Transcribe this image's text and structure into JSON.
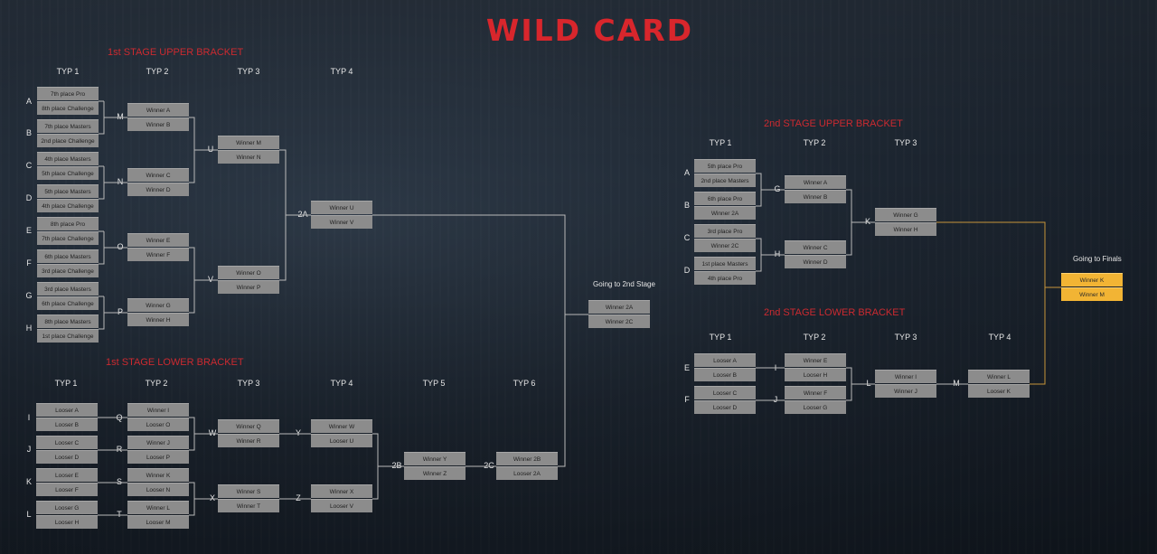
{
  "title": "WILD CARD",
  "sections": {
    "s1_upper": "1st STAGE UPPER BRACKET",
    "s1_lower": "1st STAGE LOWER BRACKET",
    "s2_upper": "2nd STAGE UPPER BRACKET",
    "s2_lower": "2nd STAGE LOWER BRACKET"
  },
  "typ": {
    "t1": "TYP 1",
    "t2": "TYP 2",
    "t3": "TYP 3",
    "t4": "TYP 4",
    "t5": "TYP 5",
    "t6": "TYP 6"
  },
  "going": {
    "to_second": "Going to 2nd Stage",
    "to_finals": "Going to Finals"
  },
  "labels": {
    "A": "A",
    "B": "B",
    "C": "C",
    "D": "D",
    "E": "E",
    "F": "F",
    "G": "G",
    "H": "H",
    "I": "I",
    "J": "J",
    "K": "K",
    "L": "L",
    "M": "M",
    "N": "N",
    "O": "O",
    "P": "P",
    "Q": "Q",
    "R": "R",
    "S": "S",
    "T": "T",
    "U": "U",
    "V": "V",
    "W": "W",
    "X": "X",
    "Y": "Y",
    "Z": "Z",
    "2A": "2A",
    "2B": "2B",
    "2C": "2C"
  },
  "s1u": {
    "r1": [
      "7th place Pro",
      "8th place Challenge",
      "7th place Masters",
      "2nd place Challenge",
      "4th place Masters",
      "5th place Challenge",
      "5th place Masters",
      "4th place Challenge",
      "8th place Pro",
      "7th place Challenge",
      "6th place Masters",
      "3rd place Challenge",
      "3rd place Masters",
      "6th place Challenge",
      "8th place Masters",
      "1st place Challenge"
    ],
    "r2": [
      "Winner A",
      "Winner B",
      "Winner C",
      "Winner D",
      "Winner E",
      "Winner F",
      "Winner G",
      "Winner H"
    ],
    "r3": [
      "Winner M",
      "Winner N",
      "Winner O",
      "Winner P"
    ],
    "r4": [
      "Winner U",
      "Winner V"
    ],
    "r5": [
      "Winner 2A",
      "Winner 2C"
    ]
  },
  "s1l": {
    "r1": [
      "Looser A",
      "Looser B",
      "Looser C",
      "Looser D",
      "Looser E",
      "Looser F",
      "Looser G",
      "Looser H"
    ],
    "r2": [
      "Winner I",
      "Looser O",
      "Winner J",
      "Looser P",
      "Winner K",
      "Looser N",
      "Winner L",
      "Looser M"
    ],
    "r3": [
      "Winner Q",
      "Winner R",
      "Winner S",
      "Winner T"
    ],
    "r4": [
      "Winner W",
      "Looser U",
      "Winner X",
      "Looser V"
    ],
    "r5": [
      "Winner Y",
      "Winner Z"
    ],
    "r6": [
      "Winner 2B",
      "Looser 2A"
    ]
  },
  "s2u": {
    "r1": [
      "5th place Pro",
      "2nd place Masters",
      "6th place Pro",
      "Winner 2A",
      "3rd place Pro",
      "Winner 2C",
      "1st place Masters",
      "4th place Pro"
    ],
    "r2": [
      "Winner A",
      "Winner B",
      "Winner C",
      "Winner D"
    ],
    "r3": [
      "Winner G",
      "Winner H"
    ]
  },
  "s2l": {
    "r1": [
      "Looser A",
      "Looser B",
      "Looser C",
      "Looser D"
    ],
    "r2": [
      "Winner E",
      "Looser H",
      "Winner F",
      "Looser G"
    ],
    "r3": [
      "Winner I",
      "Winner J"
    ],
    "r4": [
      "Winner L",
      "Looser K"
    ]
  },
  "finals": [
    "Winner K",
    "Winner M"
  ],
  "colors": {
    "accent_red": "#d8262c",
    "box_grey": "#8c8c8c",
    "finals_gold": "#f2b434",
    "line_grey": "#b9b9b9"
  }
}
